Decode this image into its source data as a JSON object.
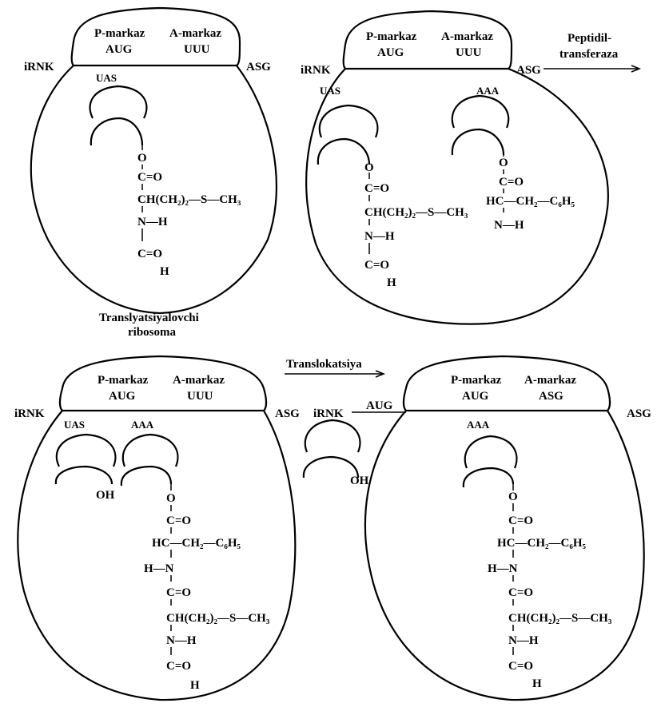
{
  "panel1": {
    "p_site": "P-markaz",
    "p_codon": "AUG",
    "a_site": "A-markaz",
    "a_codon": "UUU",
    "left_label": "iRNK",
    "right_label": "ASG",
    "trna1_anticodon": "UAS",
    "chain": [
      "O",
      "C=O",
      "CH(CH₂)₂—S—CH₃",
      "N—H",
      "C=O",
      "H"
    ]
  },
  "panel2": {
    "p_site": "P-markaz",
    "p_codon": "AUG",
    "a_site": "A-markaz",
    "a_codon": "UUU",
    "left_label": "iRNK",
    "right_label": "ASG",
    "enzyme_line1": "Peptidil-",
    "enzyme_line2": "transferaza",
    "trna1_anticodon": "UAS",
    "trna2_anticodon": "AAA",
    "chain_left": [
      "O",
      "C=O",
      "CH(CH₂)₂—S—CH₃",
      "N—H",
      "C=O",
      "H"
    ],
    "chain_right": [
      "O",
      "C=O",
      "HC—CH₂—C₆H₅",
      "N—H"
    ]
  },
  "caption1": {
    "line1": "Translyatsiyalovchi",
    "line2": "ribosoma"
  },
  "arrow_label": "Translokatsiya",
  "panel3": {
    "p_site": "P-markaz",
    "p_codon": "AUG",
    "a_site": "A-markaz",
    "a_codon": "UUU",
    "left_label": "iRNK",
    "right_label": "ASG",
    "trna1_anticodon": "UAS",
    "trna2_anticodon": "AAA",
    "oh": "OH",
    "chain": [
      "O",
      "C=O",
      "HC—CH₂—C₆H₅",
      "H—N",
      "C=O",
      "CH(CH₂)₂—S—CH₃",
      "N—H",
      "C=O",
      "H"
    ]
  },
  "panel4": {
    "p_site": "P-markaz",
    "p_codon": "AUG",
    "a_site": "A-markaz",
    "a_codon": "ASG",
    "left_label_1": "iRNK",
    "left_label_2": "AUG",
    "right_label": "ASG",
    "trna_anticodon": "AAA",
    "oh": "OH",
    "chain": [
      "O",
      "C=O",
      "HC—CH₂—C₆H₅",
      "H—N",
      "C=O",
      "CH(CH₂)₂—S—CH₃",
      "N—H",
      "C=O",
      "H"
    ]
  }
}
